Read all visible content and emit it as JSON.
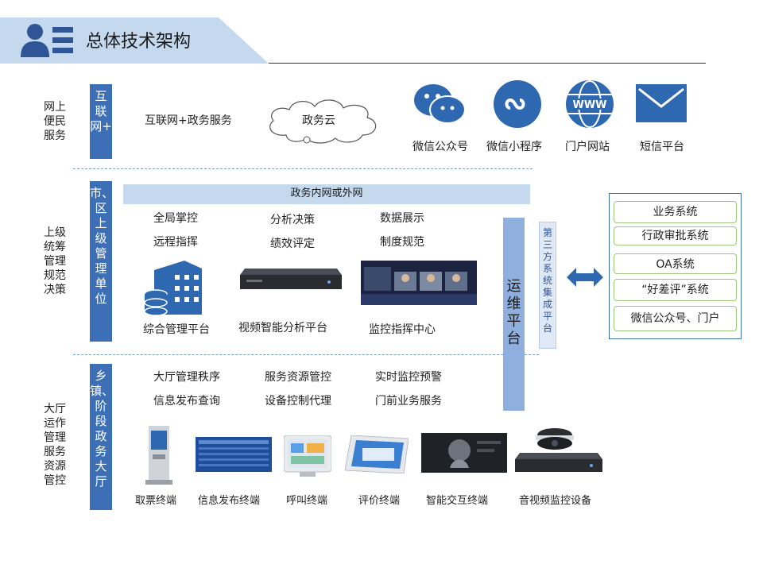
{
  "title": "总体技术架构",
  "rows": [
    {
      "label": "网上\n便民\n服务",
      "bar": "互联网+"
    },
    {
      "label": "上级\n统筹\n管理\n规范\n决策",
      "bar": "市、区上级管理单位"
    },
    {
      "label": "大厅\n运作\n管理\n服务\n资源\n管控",
      "bar": "乡镇、阶段政务大厅"
    }
  ],
  "internet": {
    "service": "互联网+政务服务",
    "cloud": "政务云",
    "channels": [
      {
        "icon": "wechat-icon",
        "label": "微信公众号"
      },
      {
        "icon": "mini-program-icon",
        "label": "微信小程序"
      },
      {
        "icon": "www-icon",
        "label": "门户网站"
      },
      {
        "icon": "mail-icon",
        "label": "短信平台"
      }
    ]
  },
  "upper": {
    "band": "政务内网或外网",
    "functions": [
      "全局掌控",
      "分析决策",
      "数据展示",
      "远程指挥",
      "绩效评定",
      "制度规范"
    ],
    "platforms": [
      "综合管理平台",
      "视频智能分析平台",
      "监控指挥中心"
    ]
  },
  "hall": {
    "functions": [
      "大厅管理秩序",
      "服务资源管控",
      "实时监控预警",
      "信息发布查询",
      "设备控制代理",
      "门前业务服务"
    ],
    "terminals": [
      "取票终端",
      "信息发布终端",
      "呼叫终端",
      "评价终端",
      "智能交互终端",
      "音视频监控设备"
    ]
  },
  "ops_platform": "运维平台",
  "third_party": "第三方系统集成平台",
  "systems": [
    "业务系统",
    "行政审批系统",
    "OA系统",
    "“好差评”系统",
    "微信公众号、门户"
  ],
  "colors": {
    "accent": "#3d6fb7",
    "band": "#c5d9ee",
    "ops": "#8fb0df",
    "system_border": "#9bc77b"
  }
}
